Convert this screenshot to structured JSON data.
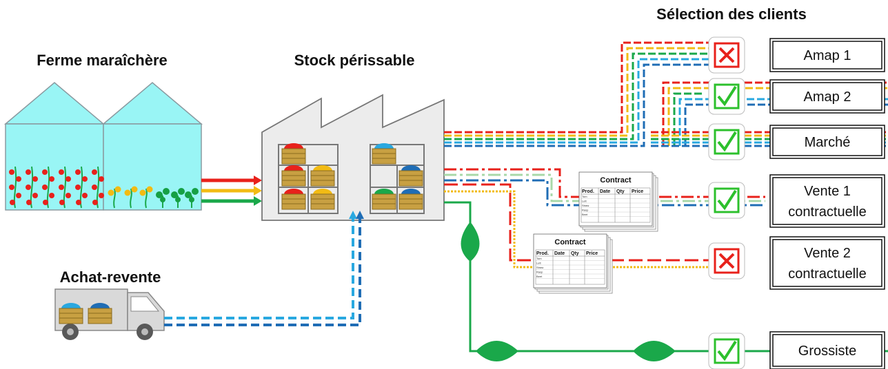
{
  "titles": {
    "farm": "Ferme maraîchère",
    "stock": "Stock périssable",
    "trade": "Achat-revente",
    "clients": "Sélection des clients"
  },
  "clients": [
    {
      "lines": [
        "Amap 1"
      ],
      "selected": false
    },
    {
      "lines": [
        "Amap 2"
      ],
      "selected": true
    },
    {
      "lines": [
        "Marché"
      ],
      "selected": true
    },
    {
      "lines": [
        "Vente 1",
        "contractuelle"
      ],
      "selected": true
    },
    {
      "lines": [
        "Vente 2",
        "contractuelle"
      ],
      "selected": false
    },
    {
      "lines": [
        "Grossiste"
      ],
      "selected": true
    }
  ],
  "contract": {
    "title": "Contract",
    "headers": [
      "Prod.",
      "Date",
      "Qty",
      "Price"
    ],
    "rows": [
      "Tom",
      "Lett",
      "Straw",
      "Rasp",
      "Beet"
    ]
  },
  "colors": {
    "red": "#e8211b",
    "yellow": "#f2bb14",
    "green": "#1aa84a",
    "light_blue": "#29a8e0",
    "dark_blue": "#1f6db5",
    "greenhouse": "#99f5f5",
    "crate": "#c8a042",
    "check": "#2cc02c",
    "cross": "#e8211b"
  }
}
